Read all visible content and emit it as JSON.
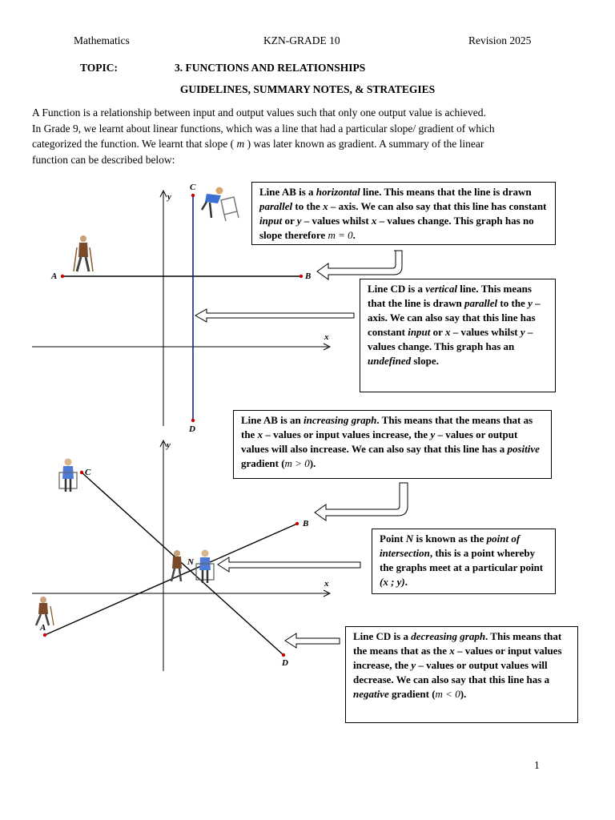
{
  "header": {
    "subject": "Mathematics",
    "grade": "KZN-GRADE 10",
    "revision": "Revision 2025"
  },
  "topic": {
    "label": "TOPIC:",
    "title": "3.  FUNCTIONS AND RELATIONSHIPS"
  },
  "guidelines_title": "GUIDELINES, SUMMARY NOTES, & STRATEGIES",
  "intro": [
    "A Function is a relationship between input and output values such that only one output value is achieved.",
    "In Grade 9, we learnt about linear functions, which was a line that had a particular slope/ gradient of which",
    "categorized the function. We learnt that slope (",
    "m",
    ") was later known as gradient.  A summary of the linear",
    "function can be described below:"
  ],
  "diagram1": {
    "labels": {
      "y": "y",
      "x": "x",
      "A": "A",
      "B": "B",
      "C": "C",
      "D": "D"
    },
    "box_ab": {
      "t1": "Line AB is a ",
      "t2": "horizontal",
      "t3": " line. This means that the line is drawn ",
      "t4": "parallel",
      "t5": " to the ",
      "t6": "x",
      "t7": " – axis. We can also say that this line has constant ",
      "t8": "input",
      "t9": " or ",
      "t10": "y",
      "t11": " – values whilst ",
      "t12": "x",
      "t13": " – values change. This graph has no slope therefore ",
      "t14": "m = 0",
      "t15": "."
    },
    "box_cd": {
      "t1": "Line CD is a ",
      "t2": "vertical",
      "t3": " line. This means that the line is drawn ",
      "t4": "parallel",
      "t5": " to the ",
      "t6": "y",
      "t7": " – axis. We can also say that this line has constant ",
      "t8": "input",
      "t9": " or ",
      "t10": "x",
      "t11": " – values whilst ",
      "t12": "y",
      "t13": " – values change. This graph has an ",
      "t14": "undefined",
      "t15": " slope."
    }
  },
  "diagram2": {
    "labels": {
      "y": "y",
      "x": "x",
      "A": "A",
      "B": "B",
      "C": "C",
      "D": "D",
      "N": "N"
    },
    "box_ab": {
      "t1": "Line AB is an ",
      "t2": "increasing graph",
      "t3": ". This means that the means that as the ",
      "t4": "x",
      "t5": " – values or input values increase, the ",
      "t6": "y",
      "t7": " – values or output values will also increase. We can also say that this line has a ",
      "t8": "positive",
      "t9": " gradient (",
      "t10": "m > 0",
      "t11": ")."
    },
    "box_n": {
      "t1": "Point ",
      "t2": "N",
      "t3": " is known as the ",
      "t4": "point of intersection",
      "t5": ", this is a point whereby the graphs meet at a particular point ",
      "t6": "(x ; y)",
      "t7": "."
    },
    "box_cd": {
      "t1": "Line CD is a ",
      "t2": "decreasing graph",
      "t3": ". This means that the means that as the ",
      "t4": "x",
      "t5": " – values or input values increase, the ",
      "t6": "y",
      "t7": " – values or output values will decrease. We can also say that this line has a ",
      "t8": "negative",
      "t9": " gradient (",
      "t10": "m < 0",
      "t11": ")."
    }
  },
  "page_number": "1"
}
